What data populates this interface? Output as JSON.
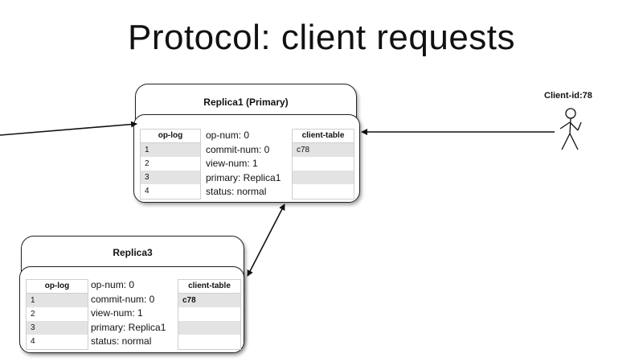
{
  "title": "Protocol: client requests",
  "primary": {
    "name": "Replica1 (Primary)",
    "oplog_header": "op-log",
    "oplog_rows": [
      "1",
      "2",
      "3",
      "4"
    ],
    "state": [
      "op-num: 0",
      "commit-num: 0",
      "view-num: 1",
      "primary: Replica1",
      "status: normal"
    ],
    "client_table_header": "client-table",
    "client_table_rows": [
      "c78",
      "",
      "",
      ""
    ]
  },
  "replica3": {
    "name": "Replica3",
    "oplog_header": "op-log",
    "oplog_rows": [
      "1",
      "2",
      "3",
      "4"
    ],
    "state": [
      "op-num: 0",
      "commit-num: 0",
      "view-num: 1",
      "primary: Replica1",
      "status: normal"
    ],
    "client_table_header": "client-table",
    "client_table_rows": [
      "c78",
      "",
      "",
      ""
    ]
  },
  "client": {
    "label": "Client-id:78",
    "icon": "stick-figure-icon"
  },
  "colors": {
    "line": "#111111",
    "row_shade": "#e3e3e3"
  }
}
